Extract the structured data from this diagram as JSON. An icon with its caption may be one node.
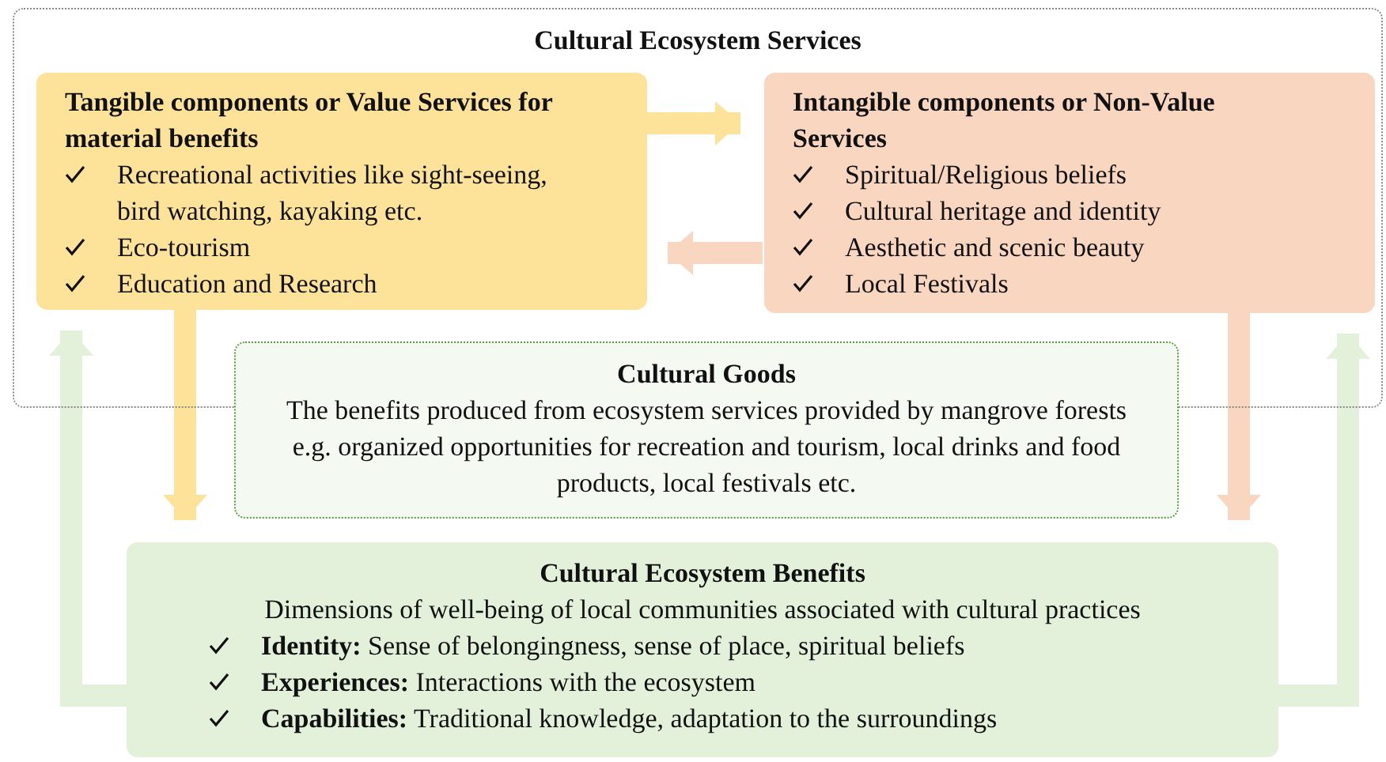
{
  "diagram": {
    "nodes": [
      {
        "text": [
          "Cultural Ecosystem Services"
        ]
      },
      {
        "text": [
          "Tangible components or Value Services for material benefits",
          "Recreational activities like sight-seeing, bird watching, kayaking etc.",
          "Eco-tourism",
          "Education and Research"
        ],
        "in": 0
      },
      {
        "text": [
          "Intangible components or Non-Value Services",
          "Spiritual/Religious beliefs",
          "Cultural heritage and identity",
          "Aesthetic and scenic beauty",
          "Local Festivals"
        ],
        "in": 0
      },
      {
        "text": [
          "Cultural Goods",
          "The benefits produced from ecosystem services provided by mangrove forests e.g. organized opportunities for recreation and tourism, local drinks and food products, local festivals etc."
        ]
      },
      {
        "text": [
          "Cultural Ecosystem Benefits",
          "Dimensions of well-being of local communities associated with cultural practices",
          "**Identity:** Sense of belongingness, sense of place, spiritual beliefs",
          "**Experiences:** Interactions with the ecosystem",
          "**Capabilities:** Traditional knowledge, adaptation to the surroundings"
        ]
      }
    ],
    "edges": [
      {
        "from": 1,
        "to": 2,
        "arrow": "to",
        "color": "#fde39a"
      },
      {
        "from": 2,
        "to": 1,
        "arrow": "to",
        "color": "#f8d6c0"
      },
      {
        "from": 1,
        "to": 4,
        "arrow": "to",
        "color": "#fde39a"
      },
      {
        "from": 2,
        "to": 4,
        "arrow": "to",
        "color": "#f8d6c0"
      },
      {
        "from": 4,
        "to": 1,
        "arrow": "to",
        "color": "#e3f0da"
      },
      {
        "from": 4,
        "to": 2,
        "arrow": "to",
        "color": "#e3f0da"
      }
    ]
  }
}
